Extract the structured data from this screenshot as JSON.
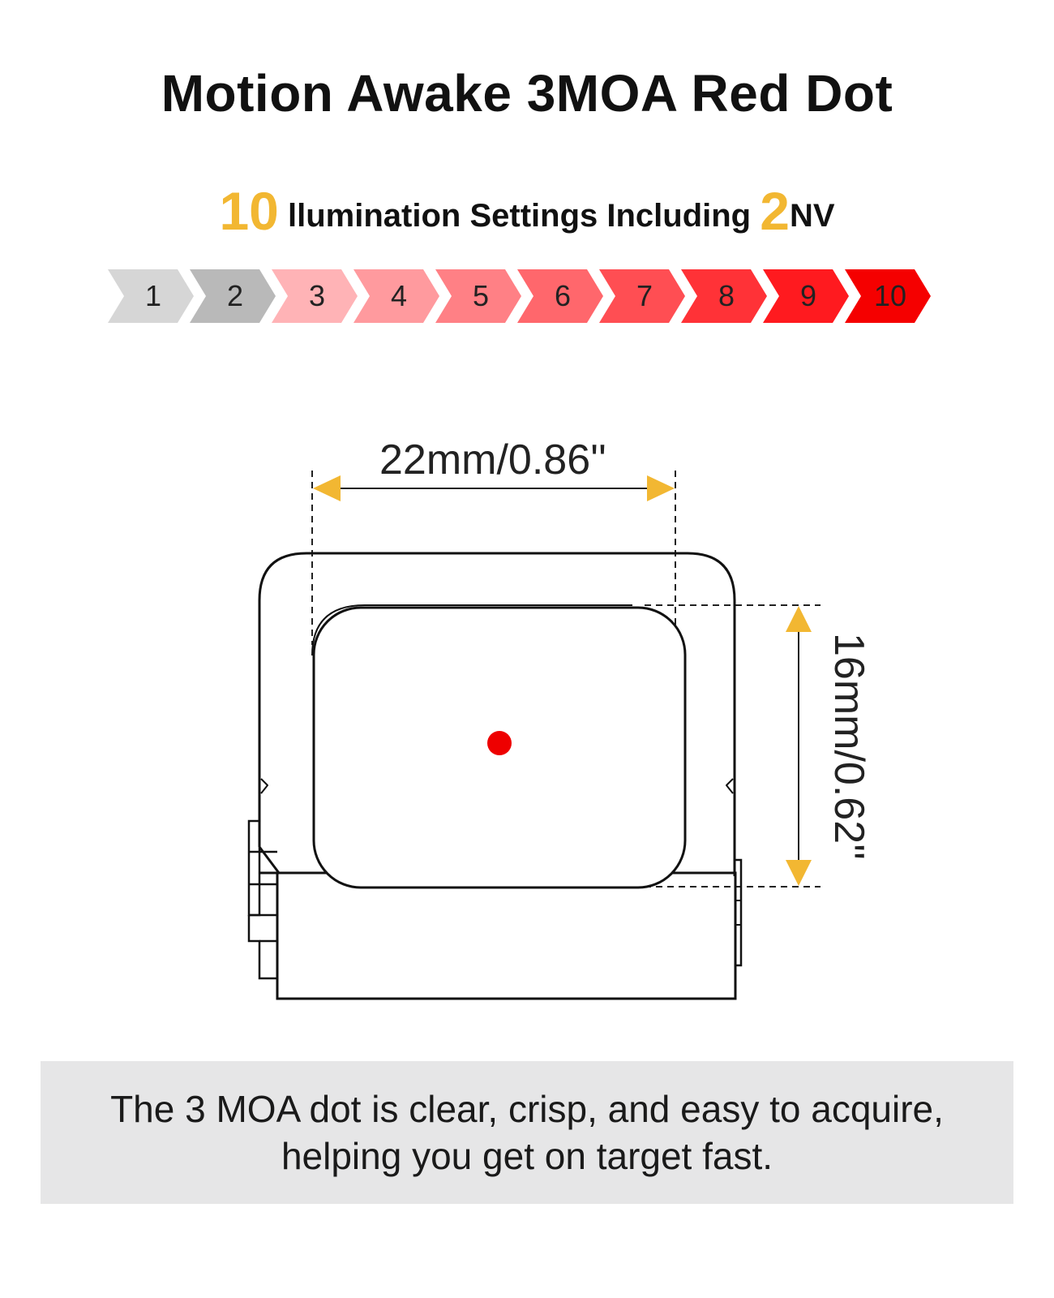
{
  "title": "Motion Awake 3MOA Red Dot",
  "subtitle": {
    "count": "10",
    "text": "llumination Settings Including",
    "nv_count": "2",
    "nv_label": "NV"
  },
  "settings": [
    {
      "label": "1",
      "color": "#d6d6d6"
    },
    {
      "label": "2",
      "color": "#b9b9b9"
    },
    {
      "label": "3",
      "color": "#ffb3b6"
    },
    {
      "label": "4",
      "color": "#ff9a9e"
    },
    {
      "label": "5",
      "color": "#ff8085"
    },
    {
      "label": "6",
      "color": "#ff676c"
    },
    {
      "label": "7",
      "color": "#ff4e53"
    },
    {
      "label": "8",
      "color": "#ff3237"
    },
    {
      "label": "9",
      "color": "#ff1a1f"
    },
    {
      "label": "10",
      "color": "#f50000"
    }
  ],
  "dimensions": {
    "width_label": "22mm/0.86''",
    "height_label": "16mm/0.62''"
  },
  "colors": {
    "accent": "#f2b732",
    "dot": "#ee0000",
    "caption_bg": "#e6e6e7"
  },
  "caption": "The 3 MOA dot is clear, crisp, and easy to acquire, helping you get on target fast."
}
